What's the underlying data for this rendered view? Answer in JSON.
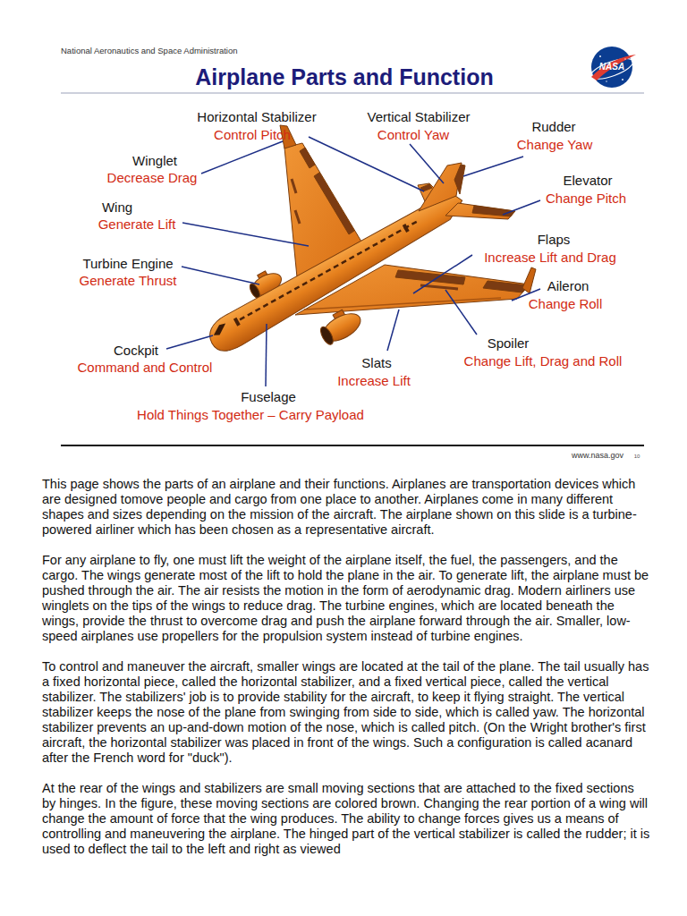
{
  "diagram": {
    "title": "Airplane Parts and Function",
    "labels": [
      "National Aeronautics and Space Administration",
      "NASA",
      "Horizontal Stabilizer",
      "Control Pitch",
      "Vertical Stabilizer",
      "Control Yaw",
      "Rudder",
      "Change Yaw",
      "Winglet",
      "Decrease Drag",
      "Elevator",
      "Change Pitch",
      "Wing",
      "Generate Lift",
      "Flaps",
      "Increase Lift and Drag",
      "Turbine Engine",
      "Generate Thrust",
      "Aileron",
      "Change Roll",
      "Cockpit",
      "Command and Control",
      "Spoiler",
      "Change Lift, Drag and Roll",
      "Slats",
      "Increase Lift",
      "Fuselage",
      "Hold Things Together – Carry Payload",
      "www.nasa.gov",
      "10",
      "This page shows the parts of an airplane and their functions. Airplanes are transportation devices which are designed tomove people and cargo from one place to another. Airplanes come in many different shapes and sizes depending on the mission of the aircraft. The airplane shown on this slide is a turbine-powered airliner which has been chosen as a representative aircraft.",
      "For any airplane to fly, one must lift the weight of the airplane itself, the fuel, the passengers, and the cargo. The wings generate most of the lift to hold the plane in the air. To generate lift, the airplane must be pushed through the air. The air resists the motion in the form of aerodynamic drag. Modern airliners use winglets on the tips of the wings to reduce drag. The turbine engines, which are located beneath the wings, provide the thrust to overcome drag and push the airplane forward through the air. Smaller, low-speed airplanes use propellers for the propulsion system instead of turbine engines.",
      "To control and maneuver the aircraft, smaller wings are located at the tail of the plane. The tail usually has a fixed horizontal piece, called the horizontal stabilizer, and a fixed vertical piece, called the vertical stabilizer. The stabilizers' job is to provide stability for the aircraft, to keep it flying straight. The vertical stabilizer keeps the nose of the plane from swinging from side to side, which is called yaw. The horizontal stabilizer prevents an up-and-down motion of the nose, which is called pitch. (On the Wright brother's first aircraft, the horizontal stabilizer was placed in front of the wings. Such a configuration is called acanard after the French word for \"duck\").",
      "At the rear of the wings and stabilizers are small moving sections that are attached to the fixed sections by hinges. In the figure, these moving sections are colored brown. Changing the rear portion of a wing will change the amount of force that the wing produces. The ability to change forces gives us a means of controlling and maneuvering the airplane. The hinged part of the vertical stabilizer is called the rudder; it is used to deflect the tail to the left and right as viewed"
    ]
  }
}
